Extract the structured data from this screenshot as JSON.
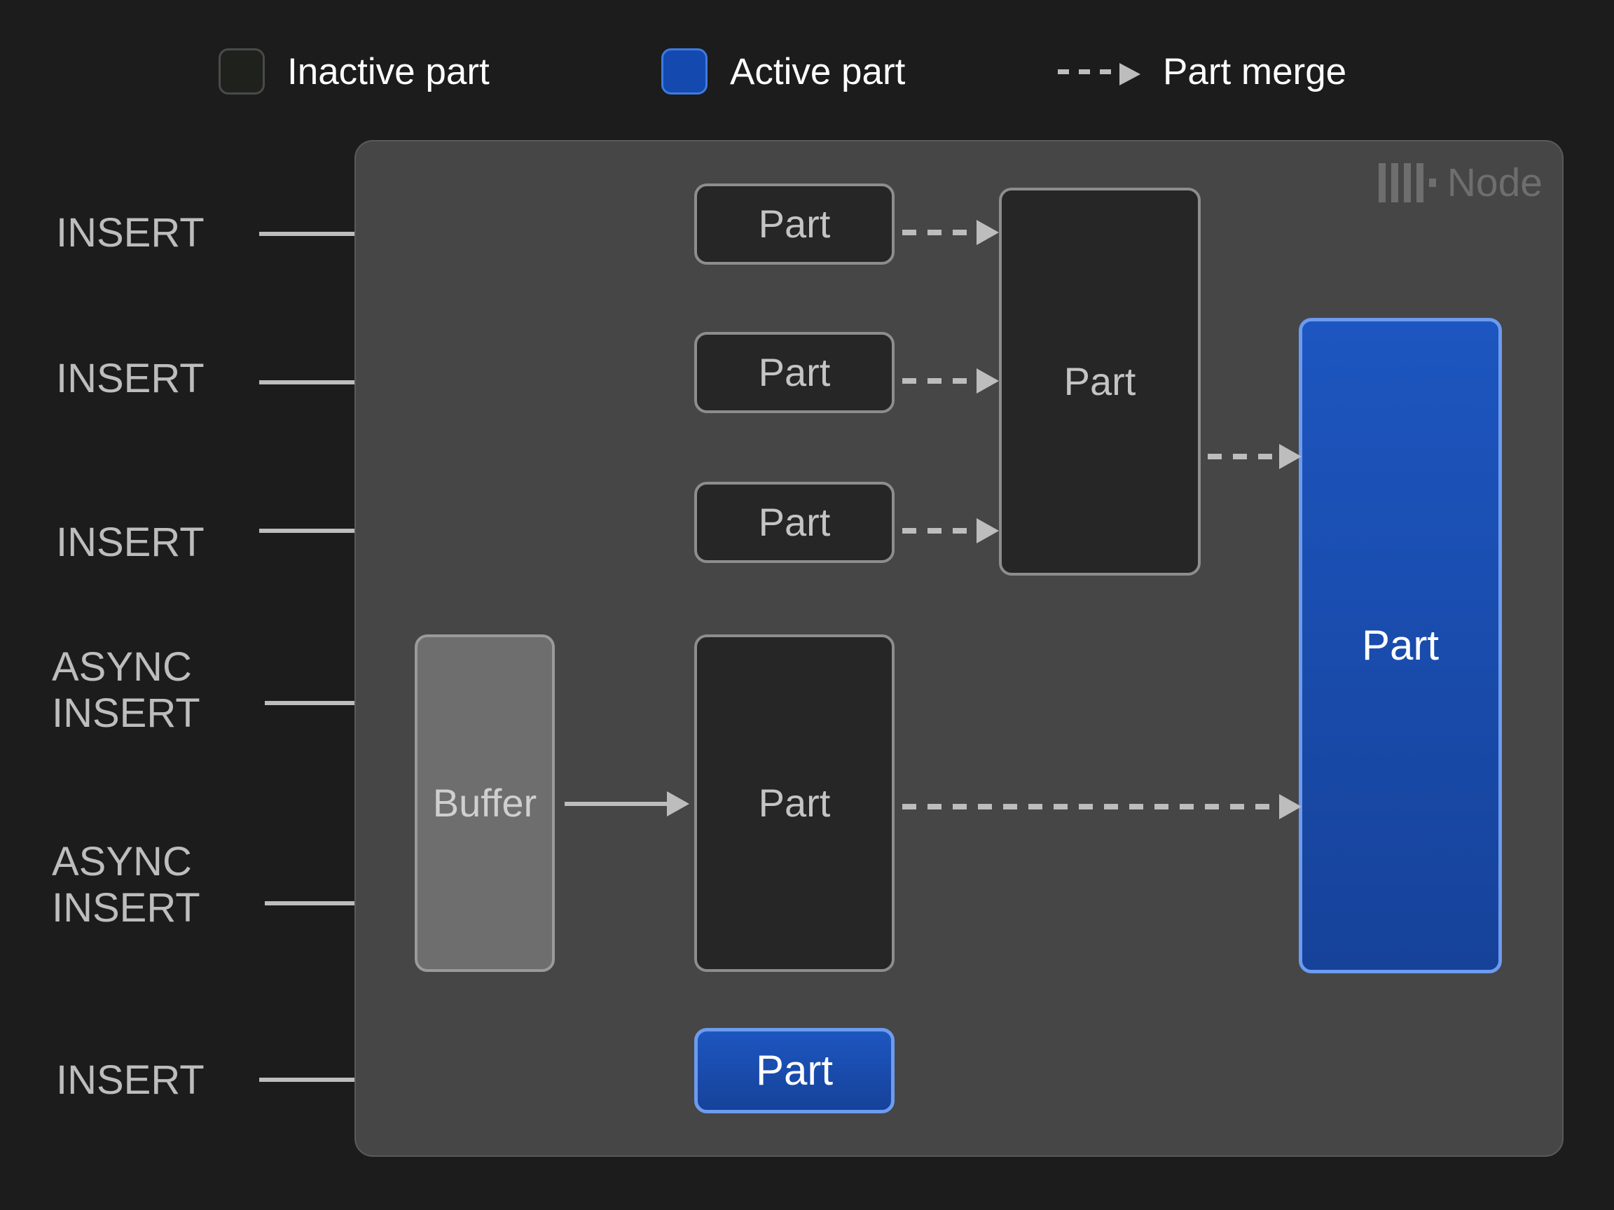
{
  "legend": {
    "items": [
      {
        "key": "inactive-part",
        "label": "Inactive part",
        "swatch": "inactive",
        "color": "#1f211d"
      },
      {
        "key": "active-part",
        "label": "Active part",
        "swatch": "active",
        "color": "#1449b0"
      },
      {
        "key": "part-merge",
        "label": "Part merge",
        "swatch": "dashed-arrow",
        "color": "#bdbdbd"
      }
    ]
  },
  "node": {
    "label": "Node",
    "logo_icon": "clickhouse-bars-icon",
    "background": "#464646"
  },
  "sources": [
    {
      "key": "insert-1",
      "label": "INSERT"
    },
    {
      "key": "insert-2",
      "label": "INSERT"
    },
    {
      "key": "insert-3",
      "label": "INSERT"
    },
    {
      "key": "async-insert-1",
      "label": "ASYNC\nINSERT"
    },
    {
      "key": "async-insert-2",
      "label": "ASYNC\nINSERT"
    },
    {
      "key": "insert-4",
      "label": "INSERT"
    }
  ],
  "boxes": {
    "part_1": {
      "label": "Part",
      "state": "inactive"
    },
    "part_2": {
      "label": "Part",
      "state": "inactive"
    },
    "part_3": {
      "label": "Part",
      "state": "inactive"
    },
    "merged_part": {
      "label": "Part",
      "state": "inactive"
    },
    "buffer": {
      "label": "Buffer",
      "state": "buffer"
    },
    "async_part": {
      "label": "Part",
      "state": "inactive"
    },
    "final_part": {
      "label": "Part",
      "state": "active"
    },
    "direct_part": {
      "label": "Part",
      "state": "active"
    }
  },
  "colors": {
    "page_background": "#1c1c1c",
    "node_background": "#464646",
    "inactive_fill": "#262626",
    "inactive_border": "#8d8d8d",
    "active_fill": "#1449b0",
    "active_border": "#6c9bf0",
    "buffer_fill": "#6e6e6e",
    "arrow": "#bdbdbd",
    "text_primary": "#ffffff",
    "text_muted": "#bdbdbd",
    "node_label": "#6e6e6e"
  }
}
